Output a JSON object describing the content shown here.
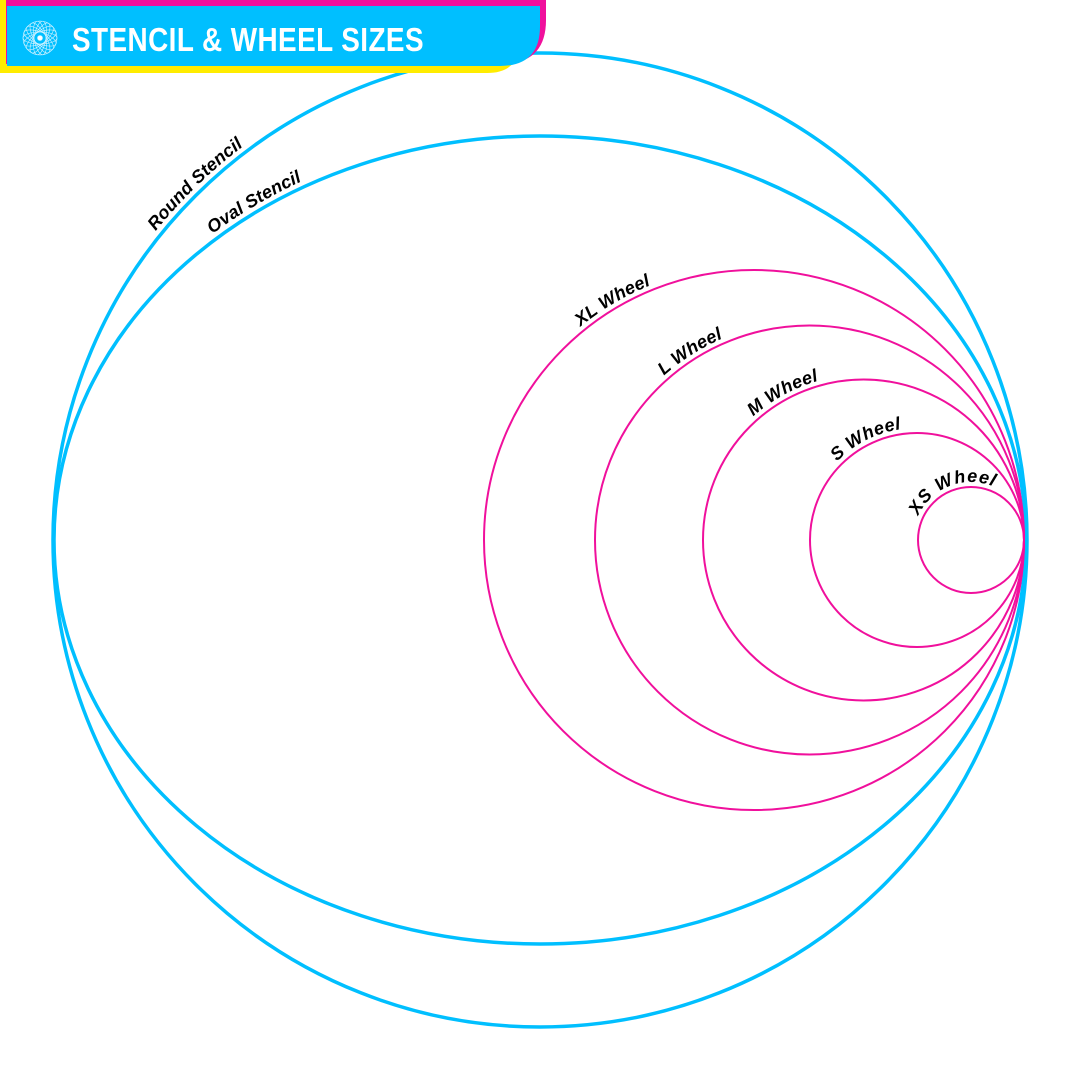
{
  "header": {
    "title": "STENCIL & WHEEL SIZES",
    "icon": "spirograph-icon"
  },
  "colors": {
    "stencil": "#00bfff",
    "wheel": "#f0109c",
    "header_bg": "#00bfff",
    "header_magenta": "#f0109c",
    "header_yellow": "#ffec00"
  },
  "stencils": [
    {
      "label": "Round Stencil"
    },
    {
      "label": "Oval Stencil"
    }
  ],
  "wheels": [
    {
      "label": "XL Wheel"
    },
    {
      "label": "L Wheel"
    },
    {
      "label": "M Wheel"
    },
    {
      "label": "S Wheel"
    },
    {
      "label": "XS Wheel"
    }
  ]
}
